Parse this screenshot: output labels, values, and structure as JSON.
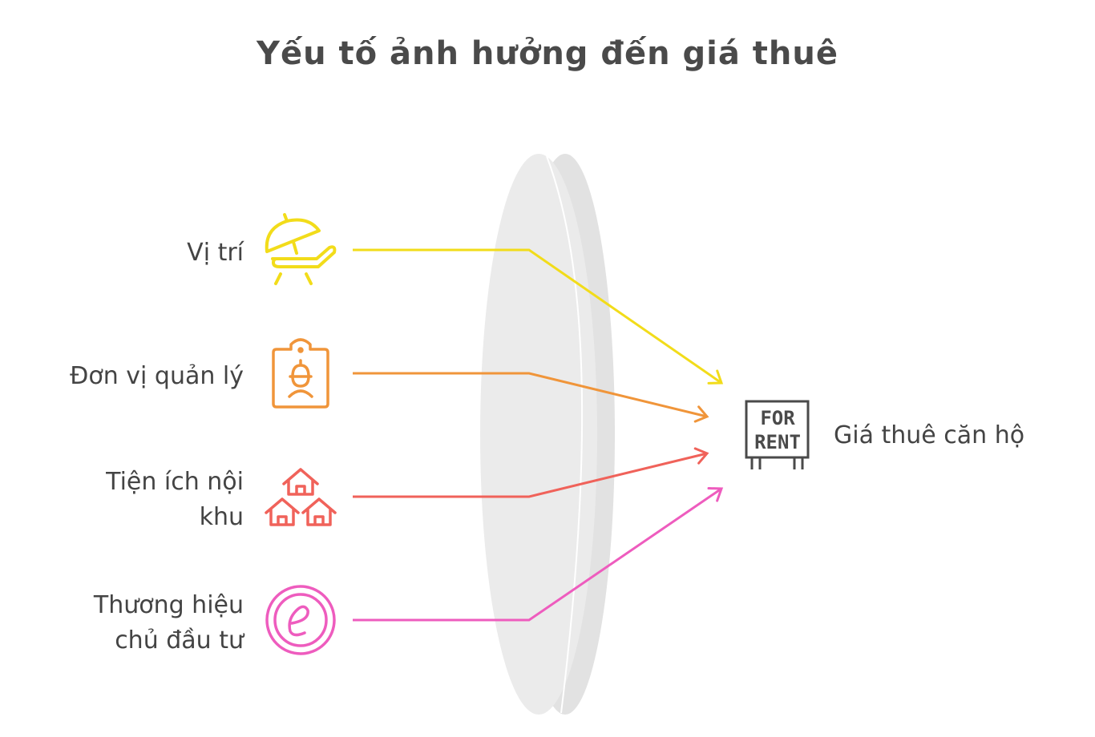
{
  "title": "Yếu tố ảnh hưởng đến giá thuê",
  "factors": [
    {
      "line1": "Vị trí",
      "line2": "",
      "icon": "beach-chair-icon",
      "color": "#f2dc1a"
    },
    {
      "line1": "Đơn vị quản lý",
      "line2": "",
      "icon": "worker-badge-icon",
      "color": "#f0953a"
    },
    {
      "line1": "Tiện ích nội",
      "line2": "khu",
      "icon": "houses-icon",
      "color": "#f0625a"
    },
    {
      "line1": "Thương hiệu",
      "line2": "chủ đầu tư",
      "icon": "brand-e-icon",
      "color": "#ee5cbe"
    }
  ],
  "outcome": {
    "label": "Giá thuê căn hộ",
    "icon": "for-rent-sign-icon",
    "sign_line1": "FOR",
    "sign_line2": "RENT",
    "color": "#4a4a4a"
  }
}
